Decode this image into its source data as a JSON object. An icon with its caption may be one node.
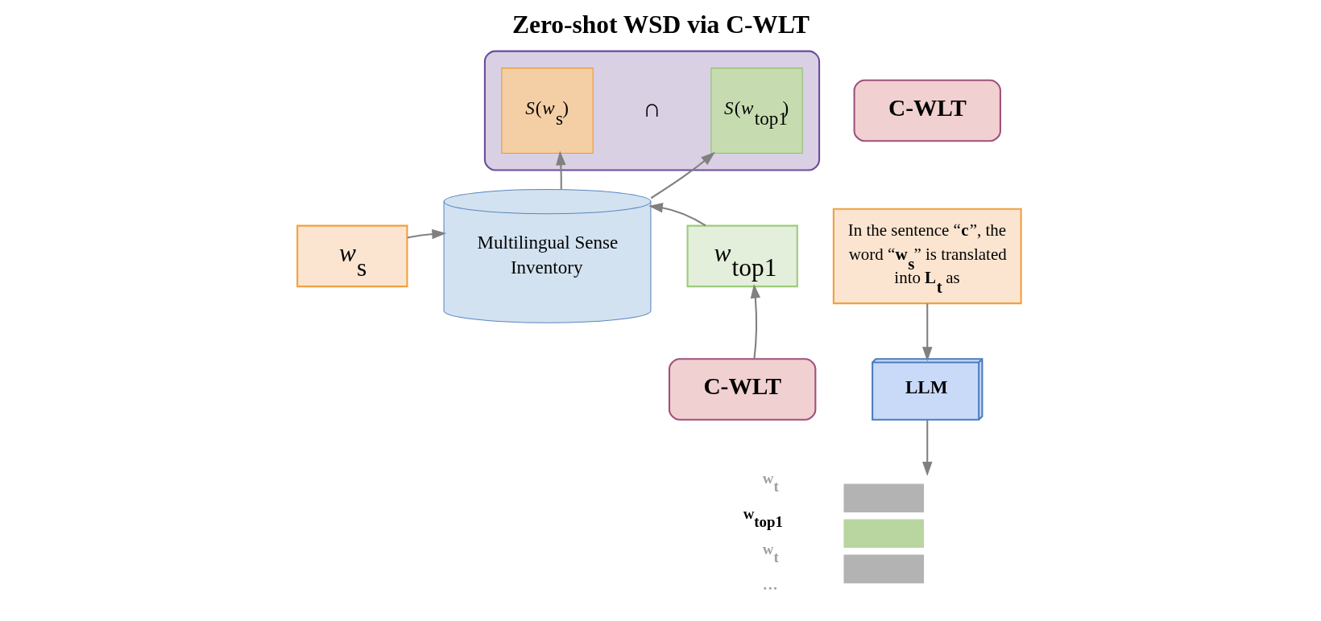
{
  "diagram": {
    "title": "Zero-shot WSD via C-WLT",
    "nodes": [
      {
        "text": [],
        "shape": "box"
      },
      {
        "text": [
          "*S*(*w*$_{s}$)"
        ],
        "in": 0
      },
      {
        "text": [
          "*S*(*w*$_{top1}$)"
        ],
        "in": 0
      },
      {
        "text": [
          "Multilingual Sense Inventory"
        ]
      },
      {
        "text": [
          "*w*$_{s}$"
        ]
      },
      {
        "text": [
          "*w*$_{top1}$"
        ]
      },
      {
        "text": [
          "C-WLT"
        ]
      },
      {
        "text": [
          "C-WLT"
        ]
      },
      {
        "text": [
          "In the sentence “**c**”, the word “**w$_{s}$**” is translated into **L$_{t}$** as"
        ]
      },
      {
        "text": [
          "LLM"
        ]
      },
      {
        "text": [],
        "shape": "picture"
      }
    ],
    "edges": [
      {
        "from": 3,
        "to": 1,
        "arrow": "to"
      },
      {
        "from": 3,
        "to": 2,
        "arrow": "to"
      },
      {
        "from": 4,
        "to": 3,
        "arrow": "to"
      },
      {
        "from": 5,
        "to": 3,
        "arrow": "to"
      },
      {
        "from": 6,
        "to": 5,
        "arrow": "to"
      },
      {
        "from": 8,
        "to": 9,
        "arrow": "to"
      },
      {
        "from": 9,
        "to": 10,
        "arrow": "to"
      }
    ],
    "labels": [
      "∩",
      "w$_{t}$",
      "w$_{top1}$",
      "w$_{t}$",
      "…"
    ]
  }
}
